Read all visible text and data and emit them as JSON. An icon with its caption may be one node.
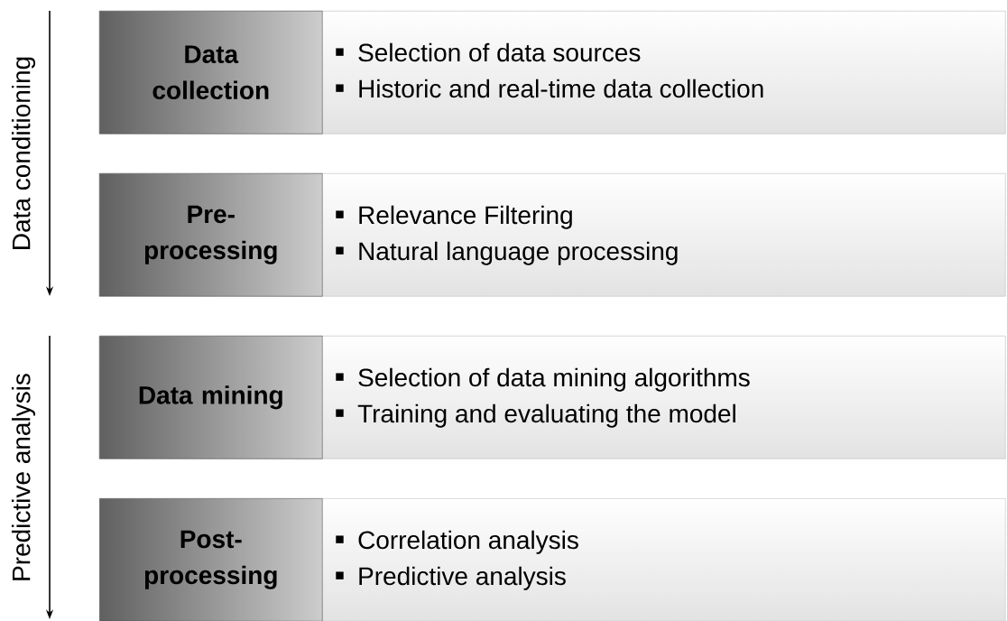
{
  "diagram": {
    "nodes": [
      {
        "text": [
          "Selection of data sources",
          "Historic and real-time data collection"
        ]
      },
      {
        "text": [
          "Data collection"
        ],
        "in": 0
      },
      {
        "text": [
          "Relevance Filtering",
          "Natural language processing"
        ]
      },
      {
        "text": [
          "Pre-processing"
        ],
        "in": 2
      },
      {
        "text": [
          "Selection of data mining algorithms",
          "Training and evaluating the model"
        ]
      },
      {
        "text": [
          "Data mining"
        ],
        "in": 4
      },
      {
        "text": [
          "Correlation analysis",
          "Predictive analysis"
        ]
      },
      {
        "text": [
          "Post-processing"
        ],
        "in": 6
      }
    ],
    "labels": [
      "Data conditioning",
      "Predictive analysis"
    ]
  }
}
